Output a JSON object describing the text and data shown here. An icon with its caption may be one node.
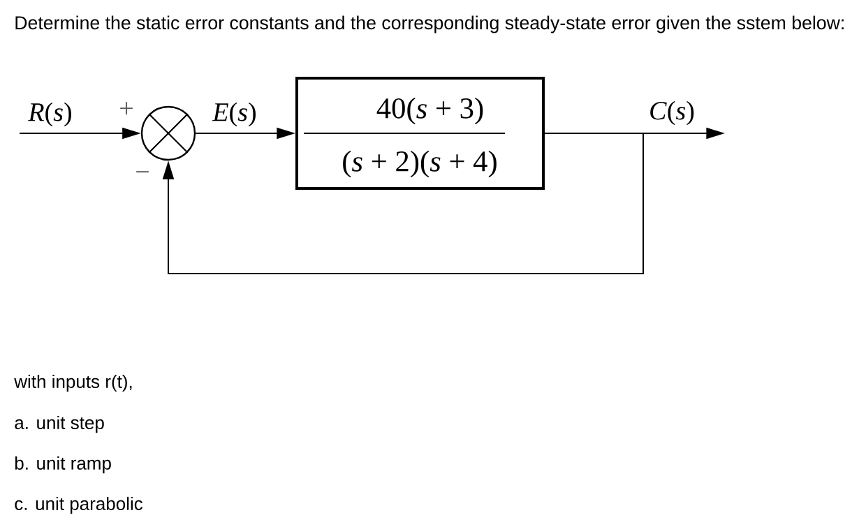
{
  "diagram": {
    "title": "Determine the static error constants and the corresponding steady-state error given the sstem below:",
    "nodes": [
      {
        "text": [],
        "shape": "circle",
        "beside": [
          "+",
          "−"
        ]
      },
      {
        "text": [
          "40(*s* + 3)",
          "(*s* + 2)(*s* + 4)"
        ]
      }
    ],
    "edges": [
      {
        "from": null,
        "to": 0,
        "arrow": "to",
        "label": "*R*(*s*)"
      },
      {
        "from": 0,
        "to": 1,
        "arrow": "to",
        "label": "*E*(*s*)"
      },
      {
        "from": 1,
        "to": null,
        "arrow": "to",
        "label": "*C*(*s*)"
      },
      {
        "from": 1,
        "to": 0,
        "arrow": "to"
      }
    ],
    "labels": [
      "with inputs r(t),",
      "a. unit step",
      "b. unit ramp",
      "c. unit parabolic"
    ]
  }
}
